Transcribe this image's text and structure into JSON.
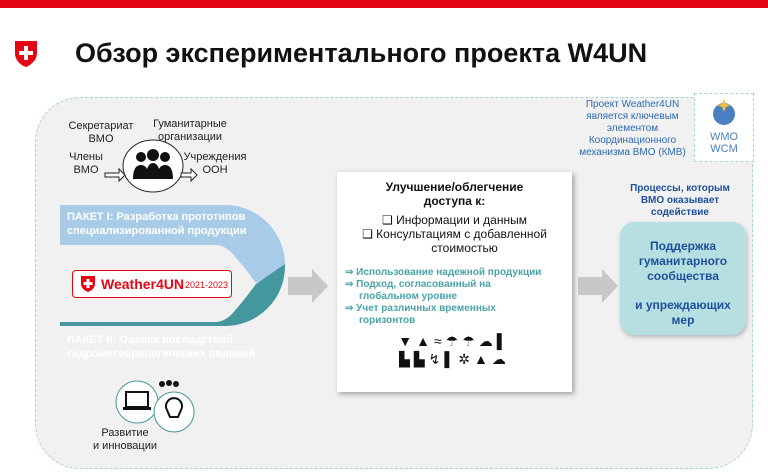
{
  "title": "Обзор экспериментального проекта W4UN",
  "stakeholders": {
    "secretariat": "Секретариат ВМО",
    "humanitarian": "Гуманитарные организации",
    "members": "Члены ВМО",
    "un": "Учреждения ООН"
  },
  "package1": {
    "line1": "ПАКЕТ I: Разработка прототипов",
    "line2": "специализированной продукции"
  },
  "package2": {
    "line1": "ПАКЕТ II: Оценка последствий",
    "line2": "гидрометеорологических явлений"
  },
  "badge": {
    "name": "Weather4UN",
    "years": "2021-2023"
  },
  "innovation": {
    "line1": "Развитие",
    "line2": "и инновации"
  },
  "center": {
    "heading1": "Улучшение/облегчение",
    "heading2": "доступа к:",
    "items": [
      "Информации и данным",
      "Консультациям с добавленной",
      "стоимостью"
    ],
    "benefits": [
      "Использование надежной продукции",
      "Подход, согласованный на",
      "глобальном уровне",
      "Учет различных временных",
      "горизонтов"
    ]
  },
  "wmo_note": [
    "Проект Weather4UN",
    "является ключевым",
    "элементом",
    "Координационного",
    "механизма ВМО (КМВ)"
  ],
  "wmo_logo": {
    "line1": "WMO",
    "line2": "WCM"
  },
  "processes": [
    "Процессы, которым",
    "ВМО оказывает",
    "содействие"
  ],
  "outcome": {
    "line1": "Поддержка",
    "line2": "гуманитарного",
    "line3": "сообщества",
    "line4": "и упреждающих",
    "line5": "мер"
  },
  "colors": {
    "red": "#e30613",
    "blue_band": "#a8cbe8",
    "teal_band": "#44979c",
    "teal_text": "#4aa3a8",
    "navy_text": "#1f4f9c"
  }
}
